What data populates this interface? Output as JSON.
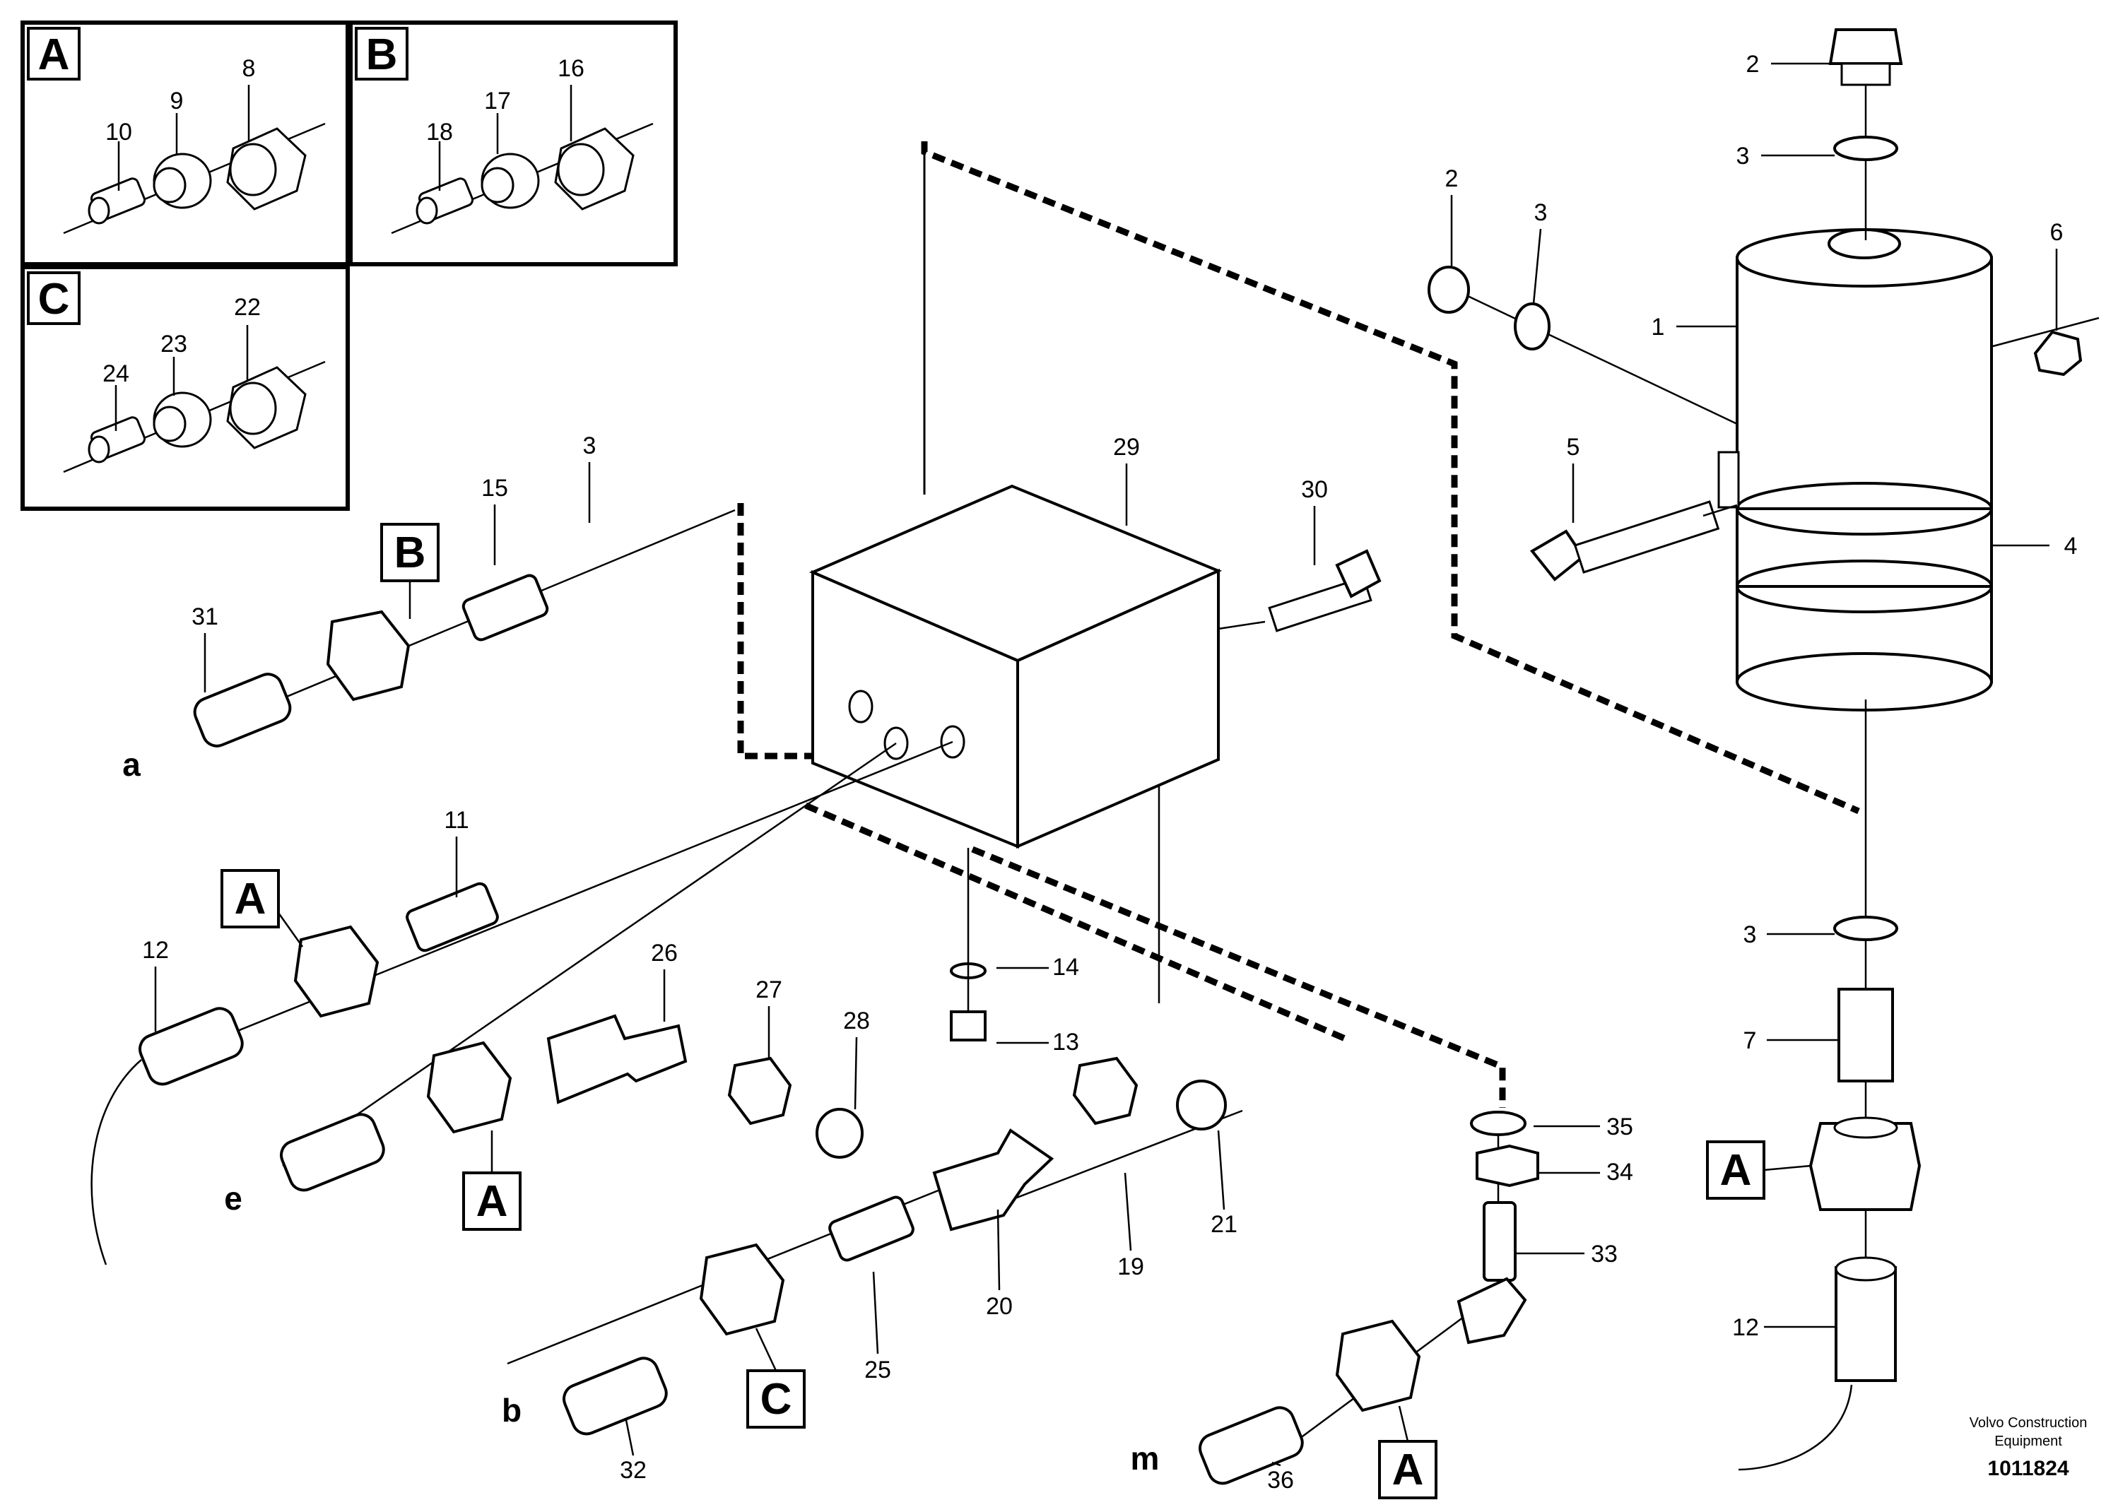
{
  "inset_labels": [
    "A",
    "B",
    "C"
  ],
  "inset_parts": {
    "A": [
      "10",
      "9",
      "8"
    ],
    "B": [
      "18",
      "17",
      "16"
    ],
    "C": [
      "24",
      "23",
      "22"
    ]
  },
  "callout_tags": [
    "B",
    "A",
    "A",
    "C",
    "A",
    "A"
  ],
  "port_letters": [
    "a",
    "e",
    "b",
    "m"
  ],
  "part_numbers": [
    "2",
    "3",
    "2",
    "3",
    "6",
    "1",
    "5",
    "4",
    "29",
    "30",
    "3",
    "15",
    "31",
    "11",
    "12",
    "26",
    "27",
    "28",
    "14",
    "13",
    "35",
    "34",
    "33",
    "3",
    "7",
    "12",
    "19",
    "21",
    "20",
    "25",
    "32",
    "36"
  ],
  "footer": {
    "line1": "Volvo Construction",
    "line2": "Equipment",
    "drawing_number": "1011824"
  }
}
